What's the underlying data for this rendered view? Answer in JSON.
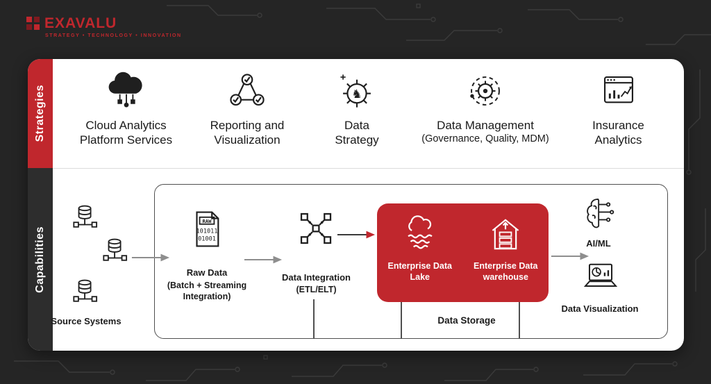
{
  "logo": {
    "name": "EXAVALU",
    "tagline": "STRATEGY • TECHNOLOGY • INNOVATION"
  },
  "panel": {
    "strategies_label": "Strategies",
    "capabilities_label": "Capabilities"
  },
  "strategies": {
    "knight_glyph": "♞",
    "items": [
      {
        "label": "Cloud Analytics Platform Services",
        "icon": "cloud-analytics-icon"
      },
      {
        "label": "Reporting and Visualization",
        "icon": "reporting-visualization-icon"
      },
      {
        "label": "Data Strategy",
        "icon": "data-strategy-icon"
      },
      {
        "label": "Data Management",
        "sublabel": "(Governance, Quality, MDM)",
        "icon": "data-management-icon"
      },
      {
        "label": "Insurance Analytics",
        "icon": "insurance-analytics-icon"
      }
    ]
  },
  "capabilities": {
    "source_systems_label": "Source Systems",
    "raw_data_label": "Raw Data",
    "raw_data_sublabel": "(Batch + Streaming Integration)",
    "raw_icon": {
      "title": "RAW",
      "bits_line1": "101011",
      "bits_line2": "01001"
    },
    "data_integration_label": "Data Integration",
    "data_integration_sublabel": "(ETL/ELT)",
    "enterprise_data_lake_label": "Enterprise Data Lake",
    "enterprise_data_warehouse_label": "Enterprise Data warehouse",
    "ai_ml_label": "AI/ML",
    "data_visualization_label": "Data Visualization",
    "data_storage_label": "Data Storage"
  },
  "colors": {
    "accent_red": "#c0272d",
    "panel_white": "#ffffff",
    "background_dark": "#252525",
    "strip_dark": "#2d2d2d"
  }
}
